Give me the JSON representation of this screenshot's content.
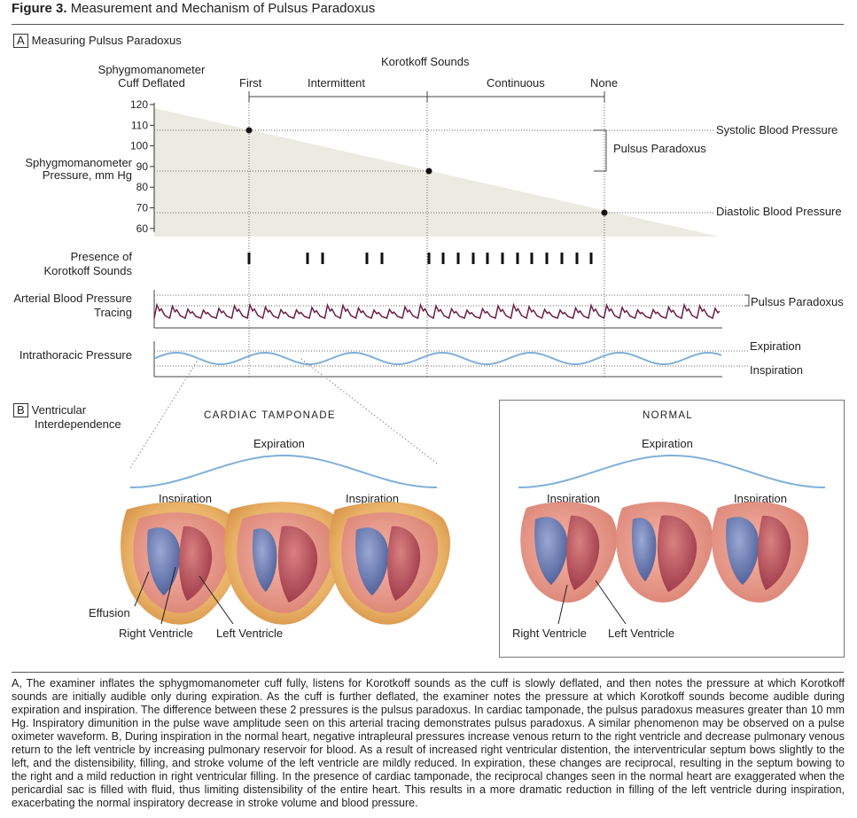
{
  "figure": {
    "label": "Figure 3.",
    "title": "Measurement and Mechanism of Pulsus Paradoxus"
  },
  "panel_a": {
    "letter": "A",
    "title": "Measuring Pulsus Paradoxus",
    "cuff_label_1": "Sphygmomanometer",
    "cuff_label_2": "Cuff Deflated",
    "korotkoff_header": "Korotkoff Sounds",
    "phases": [
      "First",
      "Intermittent",
      "Continuous",
      "None"
    ],
    "y_axis_label_1": "Sphygmomanometer",
    "y_axis_label_2": "Pressure, mm Hg",
    "y_ticks": [
      120,
      110,
      100,
      90,
      80,
      70,
      60
    ],
    "systolic_label": "Systolic Blood Pressure",
    "diastolic_label": "Diastolic Blood Pressure",
    "pulsus_label": "Pulsus Paradoxus",
    "presence_label_1": "Presence of",
    "presence_label_2": "Korotkoff Sounds",
    "arterial_label_1": "Arterial Blood Pressure",
    "arterial_label_2": "Tracing",
    "arterial_pulsus_label": "Pulsus Paradoxus",
    "intrathoracic_label": "Intrathoracic Pressure",
    "expiration_label": "Expiration",
    "inspiration_label": "Inspiration"
  },
  "chart_data": {
    "type": "area",
    "y_axis_label": "Sphygmomanometer Pressure, mm Hg",
    "ylim": [
      60,
      120
    ],
    "y_ticks": [
      120,
      110,
      100,
      90,
      80,
      70,
      60
    ],
    "markers": [
      {
        "label": "Systolic Blood Pressure",
        "y": 108
      },
      {
        "label": "Pulsus Paradoxus",
        "y": 88
      },
      {
        "label": "Diastolic Blood Pressure",
        "y": 68
      }
    ],
    "x_phases": [
      "First",
      "Intermittent",
      "Continuous",
      "None"
    ]
  },
  "panel_b": {
    "letter": "B",
    "title_1": "Ventricular",
    "title_2": "Interdependence",
    "tamponade_title": "CARDIAC TAMPONADE",
    "normal_title": "NORMAL",
    "expiration": "Expiration",
    "inspiration": "Inspiration",
    "effusion": "Effusion",
    "right_ventricle": "Right Ventricle",
    "left_ventricle": "Left Ventricle"
  },
  "caption": "A, The examiner inflates the sphygmomanometer cuff fully, listens for Korotkoff sounds as the cuff is slowly deflated, and then notes the pressure at which Korotkoff sounds are initially audible only during expiration. As the cuff is further deflated, the examiner notes the pressure at which Korotkoff sounds become audible during expiration and inspiration. The difference between these 2 pressures is the pulsus paradoxus. In cardiac tamponade, the pulsus paradoxus measures greater than 10 mm Hg. Inspiratory dimunition in the pulse wave amplitude seen on this arterial tracing demonstrates pulsus paradoxus. A similar phenomenon may be observed on a pulse oximeter waveform. B, During inspiration in the normal heart, negative intrapleural pressures increase venous return to the right ventricle and decrease pulmonary venous return to the left ventricle by increasing pulmonary reservoir for blood. As a result of increased right ventricular distention, the interventricular septum bows slightly to the left, and the distensibility, filling, and stroke volume of the left ventricle are mildly reduced. In expiration, these changes are reciprocal, resulting in the septum bowing to the right and a mild reduction in right ventricular filling. In the presence of cardiac tamponade, the reciprocal changes seen in the normal heart are exaggerated when the pericardial sac is filled with fluid, thus limiting distensibility of the entire heart. This results in a more dramatic reduction in filling of the left ventricle during inspiration, exacerbating the normal inspiratory decrease in stroke volume and blood pressure."
}
